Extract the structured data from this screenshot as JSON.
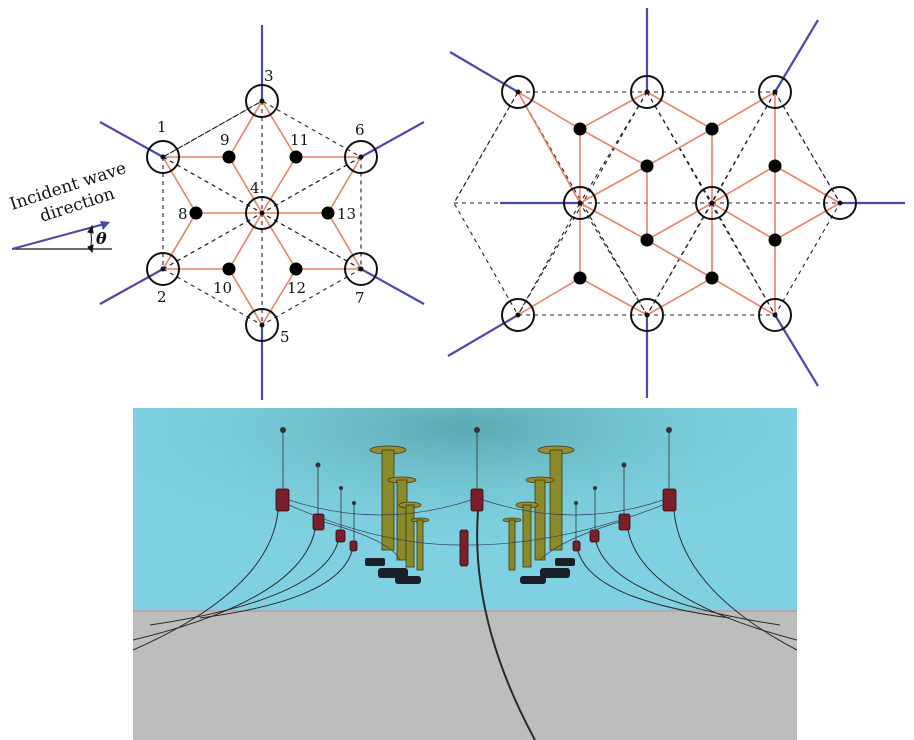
{
  "left_diagram": {
    "incident_label_line1": "Incident wave",
    "incident_label_line2": "direction",
    "angle_symbol": "θ",
    "node_labels": [
      "1",
      "2",
      "3",
      "4",
      "5",
      "6",
      "7",
      "8",
      "9",
      "10",
      "11",
      "12",
      "13"
    ]
  },
  "colors": {
    "mooring_line": "#4a4aa8",
    "connection_line": "#e8826a",
    "dashed_edge": "#222222",
    "water": "#7fd0e0",
    "seabed": "#bdbdbd"
  },
  "icons": [
    "arrow-icon",
    "angle-arc-icon"
  ]
}
